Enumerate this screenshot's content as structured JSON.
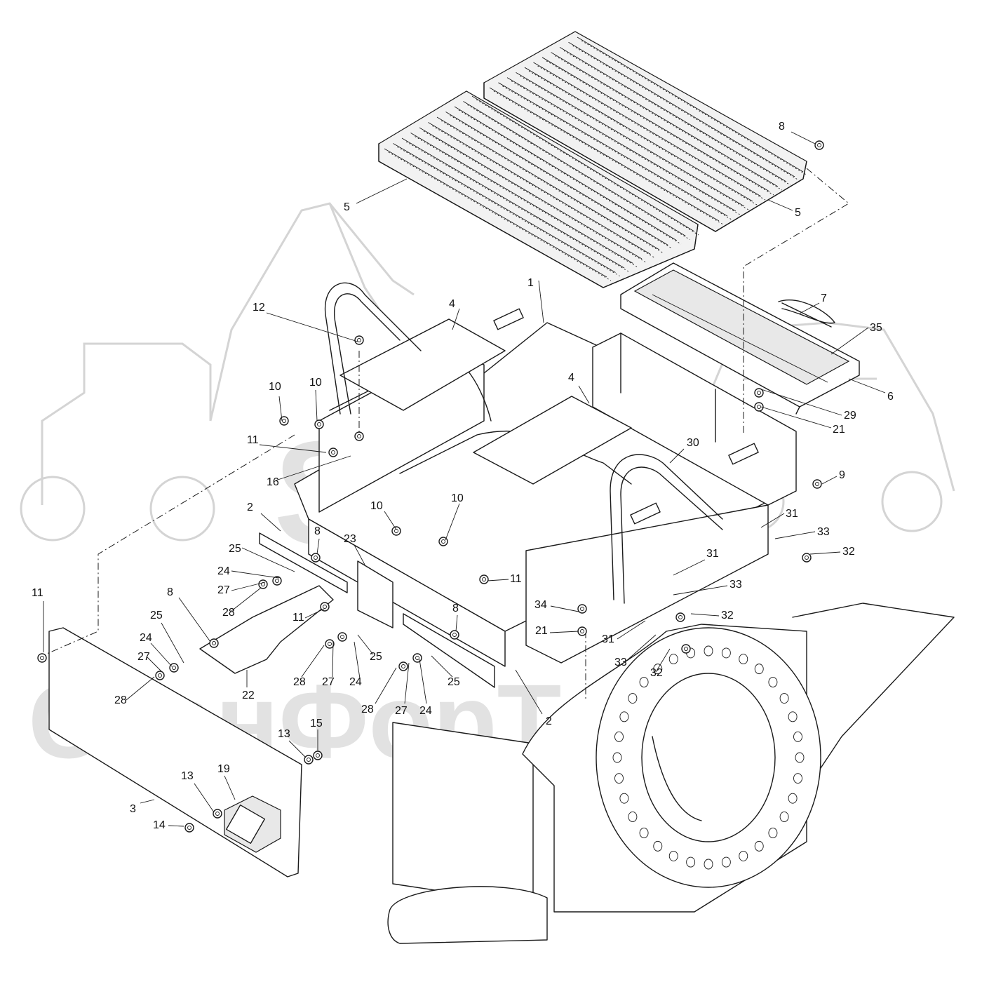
{
  "watermark": {
    "brand_top": "SET",
    "brand_bottom": "СканФорТек"
  },
  "callouts": [
    {
      "id": "c1",
      "text": "1"
    },
    {
      "id": "c2a",
      "text": "2"
    },
    {
      "id": "c2b",
      "text": "2"
    },
    {
      "id": "c3",
      "text": "3"
    },
    {
      "id": "c4a",
      "text": "4"
    },
    {
      "id": "c4b",
      "text": "4"
    },
    {
      "id": "c5a",
      "text": "5"
    },
    {
      "id": "c5b",
      "text": "5"
    },
    {
      "id": "c6",
      "text": "6"
    },
    {
      "id": "c7",
      "text": "7"
    },
    {
      "id": "c8a",
      "text": "8"
    },
    {
      "id": "c8b",
      "text": "8"
    },
    {
      "id": "c8c",
      "text": "8"
    },
    {
      "id": "c8d",
      "text": "8"
    },
    {
      "id": "c9",
      "text": "9"
    },
    {
      "id": "c10a",
      "text": "10"
    },
    {
      "id": "c10b",
      "text": "10"
    },
    {
      "id": "c10c",
      "text": "10"
    },
    {
      "id": "c10d",
      "text": "10"
    },
    {
      "id": "c11a",
      "text": "11"
    },
    {
      "id": "c11b",
      "text": "11"
    },
    {
      "id": "c11c",
      "text": "11"
    },
    {
      "id": "c11d",
      "text": "11"
    },
    {
      "id": "c12",
      "text": "12"
    },
    {
      "id": "c13a",
      "text": "13"
    },
    {
      "id": "c13b",
      "text": "13"
    },
    {
      "id": "c14",
      "text": "14"
    },
    {
      "id": "c15",
      "text": "15"
    },
    {
      "id": "c16",
      "text": "16"
    },
    {
      "id": "c19",
      "text": "19"
    },
    {
      "id": "c21a",
      "text": "21"
    },
    {
      "id": "c21b",
      "text": "21"
    },
    {
      "id": "c22",
      "text": "22"
    },
    {
      "id": "c23",
      "text": "23"
    },
    {
      "id": "c24a",
      "text": "24"
    },
    {
      "id": "c24b",
      "text": "24"
    },
    {
      "id": "c24c",
      "text": "24"
    },
    {
      "id": "c24d",
      "text": "24"
    },
    {
      "id": "c25a",
      "text": "25"
    },
    {
      "id": "c25b",
      "text": "25"
    },
    {
      "id": "c25c",
      "text": "25"
    },
    {
      "id": "c25d",
      "text": "25"
    },
    {
      "id": "c27a",
      "text": "27"
    },
    {
      "id": "c27b",
      "text": "27"
    },
    {
      "id": "c27c",
      "text": "27"
    },
    {
      "id": "c27d",
      "text": "27"
    },
    {
      "id": "c28a",
      "text": "28"
    },
    {
      "id": "c28b",
      "text": "28"
    },
    {
      "id": "c28c",
      "text": "28"
    },
    {
      "id": "c28d",
      "text": "28"
    },
    {
      "id": "c29",
      "text": "29"
    },
    {
      "id": "c30",
      "text": "30"
    },
    {
      "id": "c31a",
      "text": "31"
    },
    {
      "id": "c31b",
      "text": "31"
    },
    {
      "id": "c31c",
      "text": "31"
    },
    {
      "id": "c32a",
      "text": "32"
    },
    {
      "id": "c32b",
      "text": "32"
    },
    {
      "id": "c32c",
      "text": "32"
    },
    {
      "id": "c33a",
      "text": "33"
    },
    {
      "id": "c33b",
      "text": "33"
    },
    {
      "id": "c33c",
      "text": "33"
    },
    {
      "id": "c34",
      "text": "34"
    },
    {
      "id": "c35",
      "text": "35"
    }
  ]
}
